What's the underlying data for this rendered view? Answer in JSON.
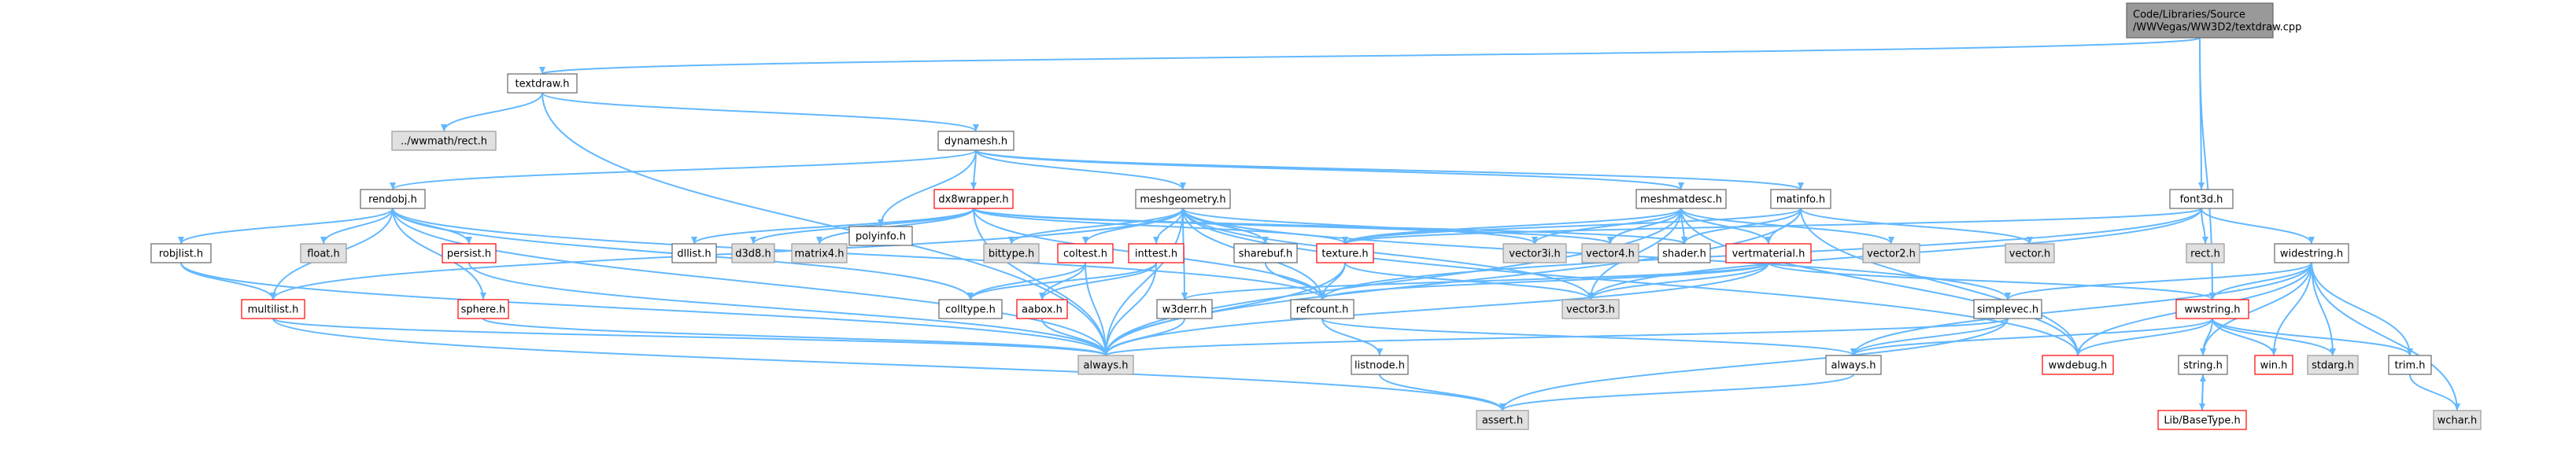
{
  "colors": {
    "edge": "#63b8ff",
    "normal_fill": "#ffffff",
    "normal_border": "#666666",
    "root_fill": "#999999",
    "root_border": "#666666",
    "red_fill": "#ffffff",
    "red_border": "#ff0000",
    "gray_fill": "#e0e0e0",
    "gray_border": "#999999"
  },
  "nodes": [
    {
      "id": "root",
      "lines": [
        "Code/Libraries/Source",
        "/WWVegas/WW3D2/textdraw.cpp"
      ],
      "style": "root"
    },
    {
      "id": "textdraw",
      "lines": [
        "textdraw.h"
      ],
      "style": "normal"
    },
    {
      "id": "wwmathrect",
      "lines": [
        "../wwmath/rect.h"
      ],
      "style": "gray"
    },
    {
      "id": "dynamesh",
      "lines": [
        "dynamesh.h"
      ],
      "style": "normal"
    },
    {
      "id": "font3d",
      "lines": [
        "font3d.h"
      ],
      "style": "normal"
    },
    {
      "id": "rendobj",
      "lines": [
        "rendobj.h"
      ],
      "style": "normal"
    },
    {
      "id": "polyinfo",
      "lines": [
        "polyinfo.h"
      ],
      "style": "normal"
    },
    {
      "id": "dx8wrapper",
      "lines": [
        "dx8wrapper.h"
      ],
      "style": "red"
    },
    {
      "id": "meshgeometry",
      "lines": [
        "meshgeometry.h"
      ],
      "style": "normal"
    },
    {
      "id": "meshmatdesc",
      "lines": [
        "meshmatdesc.h"
      ],
      "style": "normal"
    },
    {
      "id": "matinfo",
      "lines": [
        "matinfo.h"
      ],
      "style": "normal"
    },
    {
      "id": "robjlist",
      "lines": [
        "robjlist.h"
      ],
      "style": "normal"
    },
    {
      "id": "float",
      "lines": [
        "float.h"
      ],
      "style": "gray"
    },
    {
      "id": "persist",
      "lines": [
        "persist.h"
      ],
      "style": "red"
    },
    {
      "id": "dllist",
      "lines": [
        "dllist.h"
      ],
      "style": "normal"
    },
    {
      "id": "d3d8",
      "lines": [
        "d3d8.h"
      ],
      "style": "gray"
    },
    {
      "id": "matrix4",
      "lines": [
        "matrix4.h"
      ],
      "style": "gray"
    },
    {
      "id": "bittype",
      "lines": [
        "bittype.h"
      ],
      "style": "gray"
    },
    {
      "id": "coltest",
      "lines": [
        "coltest.h"
      ],
      "style": "red"
    },
    {
      "id": "inttest",
      "lines": [
        "inttest.h"
      ],
      "style": "red"
    },
    {
      "id": "sharebuf",
      "lines": [
        "sharebuf.h"
      ],
      "style": "normal"
    },
    {
      "id": "texture",
      "lines": [
        "texture.h"
      ],
      "style": "red"
    },
    {
      "id": "vector3i",
      "lines": [
        "vector3i.h"
      ],
      "style": "gray"
    },
    {
      "id": "vector4",
      "lines": [
        "vector4.h"
      ],
      "style": "gray"
    },
    {
      "id": "shader",
      "lines": [
        "shader.h"
      ],
      "style": "normal"
    },
    {
      "id": "vertmaterial",
      "lines": [
        "vertmaterial.h"
      ],
      "style": "red"
    },
    {
      "id": "vector2",
      "lines": [
        "vector2.h"
      ],
      "style": "gray"
    },
    {
      "id": "vector",
      "lines": [
        "vector.h"
      ],
      "style": "gray"
    },
    {
      "id": "rect",
      "lines": [
        "rect.h"
      ],
      "style": "gray"
    },
    {
      "id": "widestring",
      "lines": [
        "widestring.h"
      ],
      "style": "normal"
    },
    {
      "id": "multilist",
      "lines": [
        "multilist.h"
      ],
      "style": "red"
    },
    {
      "id": "sphere",
      "lines": [
        "sphere.h"
      ],
      "style": "red"
    },
    {
      "id": "colltype",
      "lines": [
        "colltype.h"
      ],
      "style": "normal"
    },
    {
      "id": "aabox",
      "lines": [
        "aabox.h"
      ],
      "style": "red"
    },
    {
      "id": "w3derr",
      "lines": [
        "w3derr.h"
      ],
      "style": "normal"
    },
    {
      "id": "refcount",
      "lines": [
        "refcount.h"
      ],
      "style": "normal"
    },
    {
      "id": "vector3",
      "lines": [
        "vector3.h"
      ],
      "style": "gray"
    },
    {
      "id": "simplevec",
      "lines": [
        "simplevec.h"
      ],
      "style": "normal"
    },
    {
      "id": "wwstring",
      "lines": [
        "wwstring.h"
      ],
      "style": "red"
    },
    {
      "id": "always_main",
      "lines": [
        "always.h"
      ],
      "style": "gray"
    },
    {
      "id": "listnode",
      "lines": [
        "listnode.h"
      ],
      "style": "normal"
    },
    {
      "id": "always2",
      "lines": [
        "always.h"
      ],
      "style": "normal"
    },
    {
      "id": "wwdebug",
      "lines": [
        "wwdebug.h"
      ],
      "style": "red"
    },
    {
      "id": "string",
      "lines": [
        "string.h"
      ],
      "style": "normal"
    },
    {
      "id": "win",
      "lines": [
        "win.h"
      ],
      "style": "red"
    },
    {
      "id": "stdarg",
      "lines": [
        "stdarg.h"
      ],
      "style": "gray"
    },
    {
      "id": "trim",
      "lines": [
        "trim.h"
      ],
      "style": "normal"
    },
    {
      "id": "assert",
      "lines": [
        "assert.h"
      ],
      "style": "gray"
    },
    {
      "id": "basetype",
      "lines": [
        "Lib/BaseType.h"
      ],
      "style": "red"
    },
    {
      "id": "wchar",
      "lines": [
        "wchar.h"
      ],
      "style": "gray"
    }
  ],
  "edges": [
    [
      "root",
      "textdraw"
    ],
    [
      "root",
      "font3d"
    ],
    [
      "root",
      "wwstring"
    ],
    [
      "textdraw",
      "wwmathrect"
    ],
    [
      "textdraw",
      "dynamesh"
    ],
    [
      "textdraw",
      "always_main"
    ],
    [
      "dynamesh",
      "rendobj"
    ],
    [
      "dynamesh",
      "polyinfo"
    ],
    [
      "dynamesh",
      "dx8wrapper"
    ],
    [
      "dynamesh",
      "meshgeometry"
    ],
    [
      "dynamesh",
      "meshmatdesc"
    ],
    [
      "dynamesh",
      "matinfo"
    ],
    [
      "rendobj",
      "robjlist"
    ],
    [
      "rendobj",
      "float"
    ],
    [
      "rendobj",
      "persist"
    ],
    [
      "rendobj",
      "multilist"
    ],
    [
      "rendobj",
      "sphere"
    ],
    [
      "rendobj",
      "colltype"
    ],
    [
      "rendobj",
      "refcount"
    ],
    [
      "rendobj",
      "always_main"
    ],
    [
      "robjlist",
      "multilist"
    ],
    [
      "robjlist",
      "always_main"
    ],
    [
      "multilist",
      "always_main"
    ],
    [
      "multilist",
      "assert"
    ],
    [
      "persist",
      "always_main"
    ],
    [
      "sphere",
      "always_main"
    ],
    [
      "dx8wrapper",
      "dllist"
    ],
    [
      "dx8wrapper",
      "d3d8"
    ],
    [
      "dx8wrapper",
      "matrix4"
    ],
    [
      "dx8wrapper",
      "texture"
    ],
    [
      "dx8wrapper",
      "shader"
    ],
    [
      "dx8wrapper",
      "vector4"
    ],
    [
      "dx8wrapper",
      "refcount"
    ],
    [
      "dx8wrapper",
      "always_main"
    ],
    [
      "meshgeometry",
      "bittype"
    ],
    [
      "meshgeometry",
      "coltest"
    ],
    [
      "meshgeometry",
      "inttest"
    ],
    [
      "meshgeometry",
      "sharebuf"
    ],
    [
      "meshgeometry",
      "w3derr"
    ],
    [
      "meshgeometry",
      "refcount"
    ],
    [
      "meshgeometry",
      "vector3i"
    ],
    [
      "meshgeometry",
      "vector3"
    ],
    [
      "meshgeometry",
      "simplevec"
    ],
    [
      "meshgeometry",
      "wwdebug"
    ],
    [
      "meshgeometry",
      "multilist"
    ],
    [
      "meshgeometry",
      "always_main"
    ],
    [
      "coltest",
      "colltype"
    ],
    [
      "coltest",
      "aabox"
    ],
    [
      "coltest",
      "always_main"
    ],
    [
      "inttest",
      "colltype"
    ],
    [
      "inttest",
      "aabox"
    ],
    [
      "inttest",
      "always_main"
    ],
    [
      "aabox",
      "always_main"
    ],
    [
      "sharebuf",
      "refcount"
    ],
    [
      "texture",
      "refcount"
    ],
    [
      "texture",
      "vector3"
    ],
    [
      "texture",
      "always_main"
    ],
    [
      "w3derr",
      "always_main"
    ],
    [
      "refcount",
      "listnode"
    ],
    [
      "refcount",
      "always2"
    ],
    [
      "listnode",
      "assert"
    ],
    [
      "meshmatdesc",
      "texture"
    ],
    [
      "meshmatdesc",
      "shader"
    ],
    [
      "meshmatdesc",
      "vertmaterial"
    ],
    [
      "meshmatdesc",
      "vector3i"
    ],
    [
      "meshmatdesc",
      "vector4"
    ],
    [
      "meshmatdesc",
      "vector2"
    ],
    [
      "meshmatdesc",
      "vector3"
    ],
    [
      "meshmatdesc",
      "wwdebug"
    ],
    [
      "meshmatdesc",
      "always_main"
    ],
    [
      "matinfo",
      "texture"
    ],
    [
      "matinfo",
      "shader"
    ],
    [
      "matinfo",
      "vertmaterial"
    ],
    [
      "matinfo",
      "vector"
    ],
    [
      "matinfo",
      "wwdebug"
    ],
    [
      "matinfo",
      "always_main"
    ],
    [
      "vertmaterial",
      "vector3"
    ],
    [
      "vertmaterial",
      "refcount"
    ],
    [
      "vertmaterial",
      "wwstring"
    ],
    [
      "vertmaterial",
      "always_main"
    ],
    [
      "vertmaterial",
      "w3derr"
    ],
    [
      "font3d",
      "rect"
    ],
    [
      "font3d",
      "widestring"
    ],
    [
      "font3d",
      "texture"
    ],
    [
      "font3d",
      "refcount"
    ],
    [
      "font3d",
      "vector3"
    ],
    [
      "widestring",
      "simplevec"
    ],
    [
      "widestring",
      "wwstring"
    ],
    [
      "widestring",
      "always2"
    ],
    [
      "widestring",
      "wwdebug"
    ],
    [
      "widestring",
      "string"
    ],
    [
      "widestring",
      "win"
    ],
    [
      "widestring",
      "stdarg"
    ],
    [
      "widestring",
      "trim"
    ],
    [
      "widestring",
      "wchar"
    ],
    [
      "simplevec",
      "always2"
    ],
    [
      "simplevec",
      "assert"
    ],
    [
      "simplevec",
      "always_main"
    ],
    [
      "wwstring",
      "always2"
    ],
    [
      "wwstring",
      "wwdebug"
    ],
    [
      "wwstring",
      "string"
    ],
    [
      "wwstring",
      "win"
    ],
    [
      "wwstring",
      "stdarg"
    ],
    [
      "wwstring",
      "trim"
    ],
    [
      "always2",
      "assert"
    ],
    [
      "string",
      "basetype"
    ],
    [
      "basetype",
      "string"
    ],
    [
      "trim",
      "wchar"
    ]
  ]
}
